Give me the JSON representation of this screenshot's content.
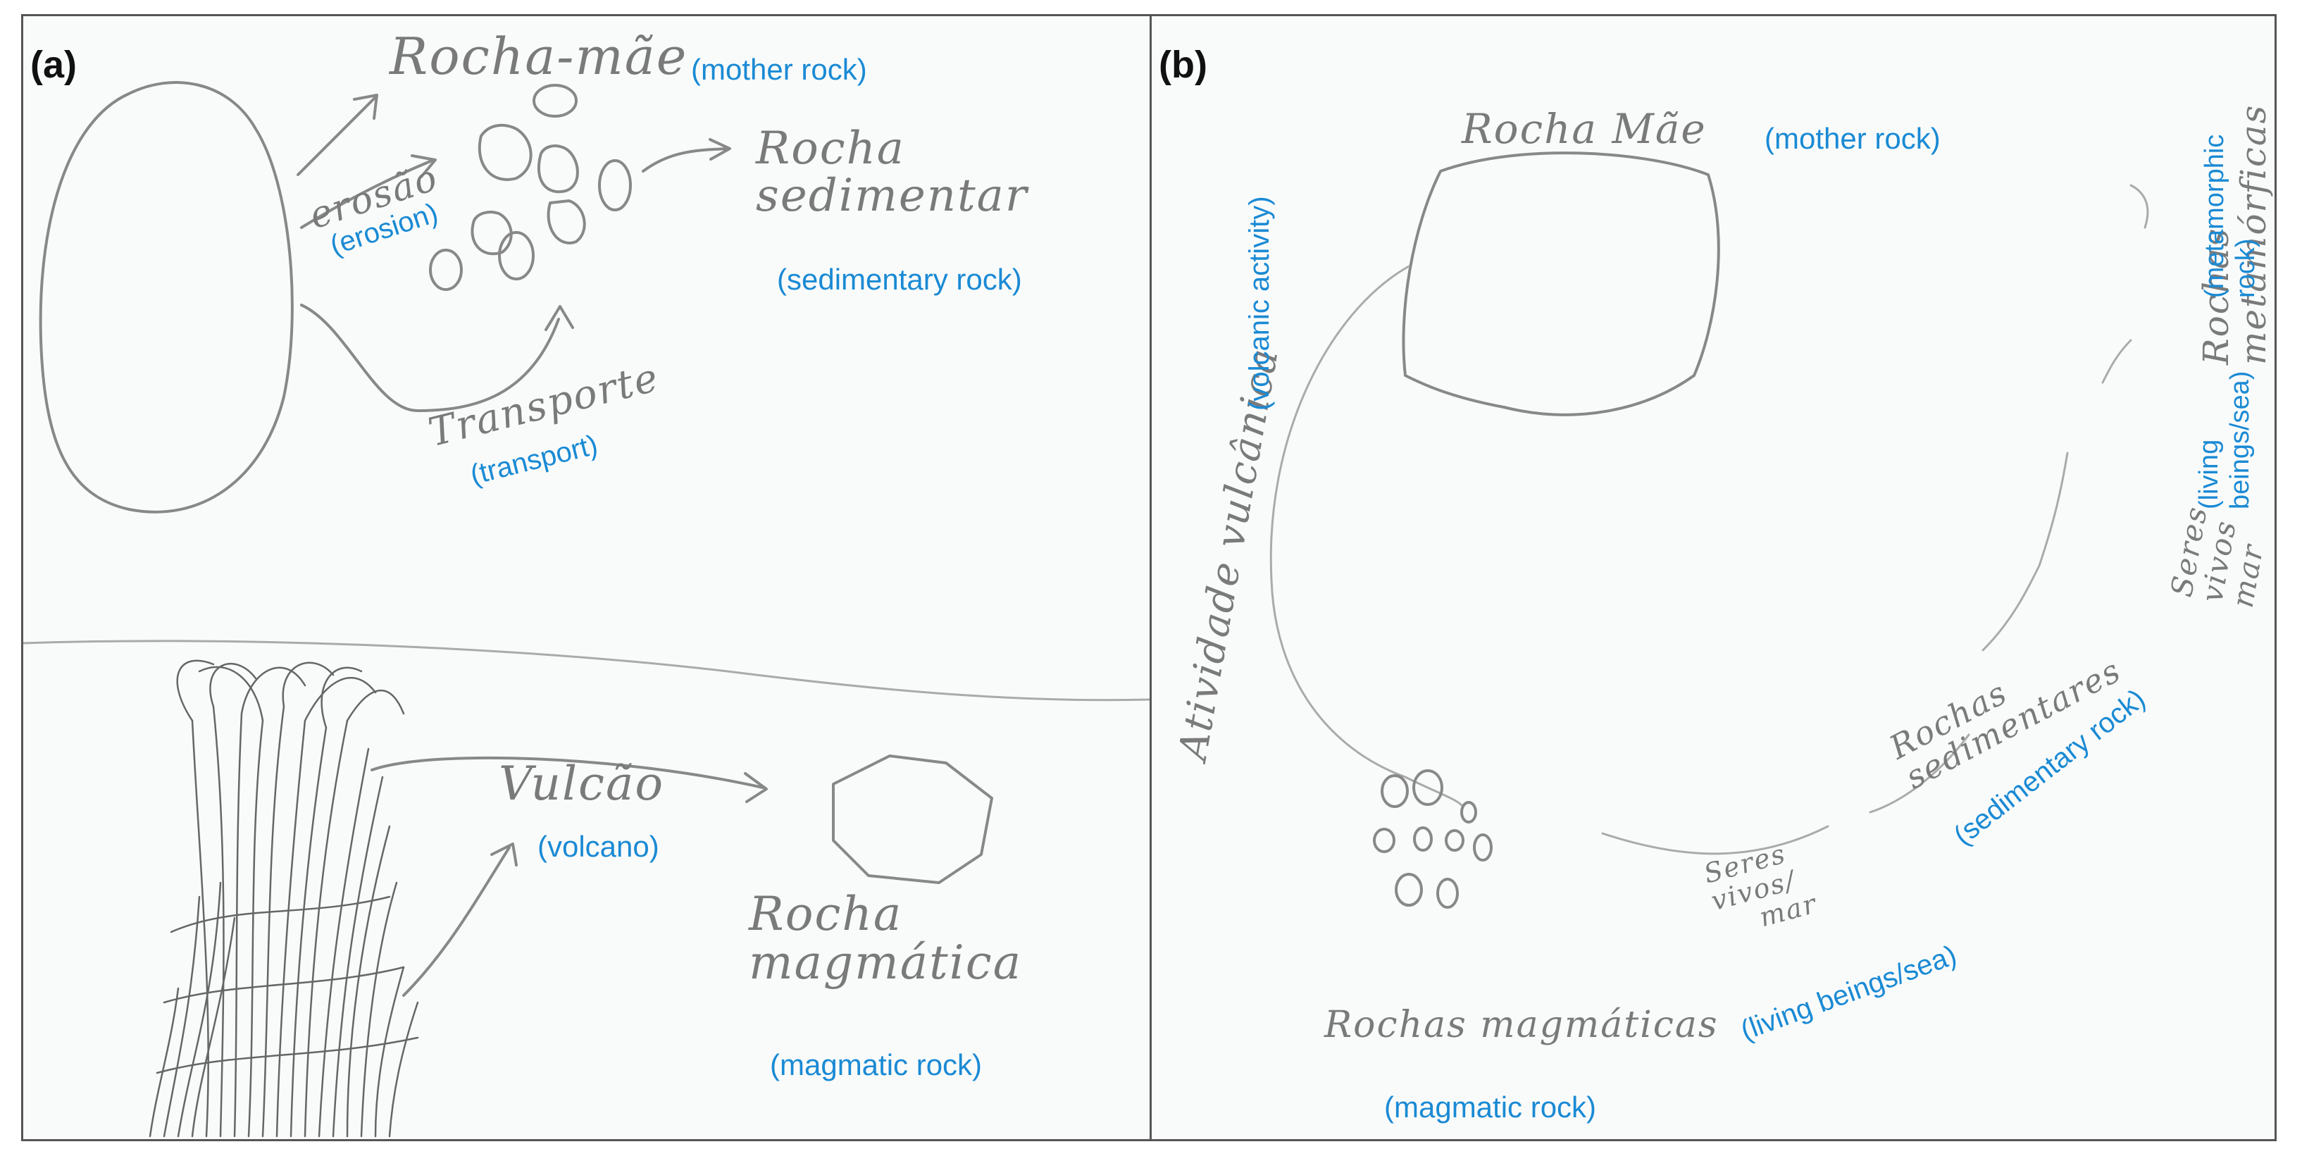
{
  "panel_a": {
    "label": "(a)",
    "mother_rock": "Rocha-mãe",
    "mother_rock_en": "(mother rock)",
    "sedimentary_line1": "Rocha",
    "sedimentary_line2": "sedimentar",
    "sedimentary_en": "(sedimentary rock)",
    "erosion": "erosão",
    "erosion_en": "(erosion)",
    "transport": "Transporte",
    "transport_en": "(transport)",
    "volcano": "Vulcão",
    "volcano_en": "(volcano)",
    "magmatic_line1": "Rocha",
    "magmatic_line2": "magmática",
    "magmatic_en": "(magmatic rock)"
  },
  "panel_b": {
    "label": "(b)",
    "mother_rock": "Rocha Mãe",
    "mother_rock_en": "(mother rock)",
    "volcanic_activity": "Atividade vulcânica",
    "volcanic_activity_en": "(volcanic activity)",
    "metamorphic_line1": "Rochas",
    "metamorphic_line2": "metamórficas",
    "metamorphic_en_line1": "(metamorphic",
    "metamorphic_en_line2": "rock)",
    "living_right_line1": "Seres",
    "living_right_line2": "vivos",
    "living_right_line3": "mar",
    "living_right_en_line1": "(living",
    "living_right_en_line2": "beings/sea)",
    "sedimentary_line1": "Rochas",
    "sedimentary_line2": "sedimentares",
    "sedimentary_en": "(sedimentary rock)",
    "living_bottom_line1": "Seres",
    "living_bottom_line2": "vivos/",
    "living_bottom_line3": "mar",
    "living_bottom_en": "(living beings/sea)",
    "magmatic": "Rochas magmáticas",
    "magmatic_en": "(magmatic rock)"
  }
}
